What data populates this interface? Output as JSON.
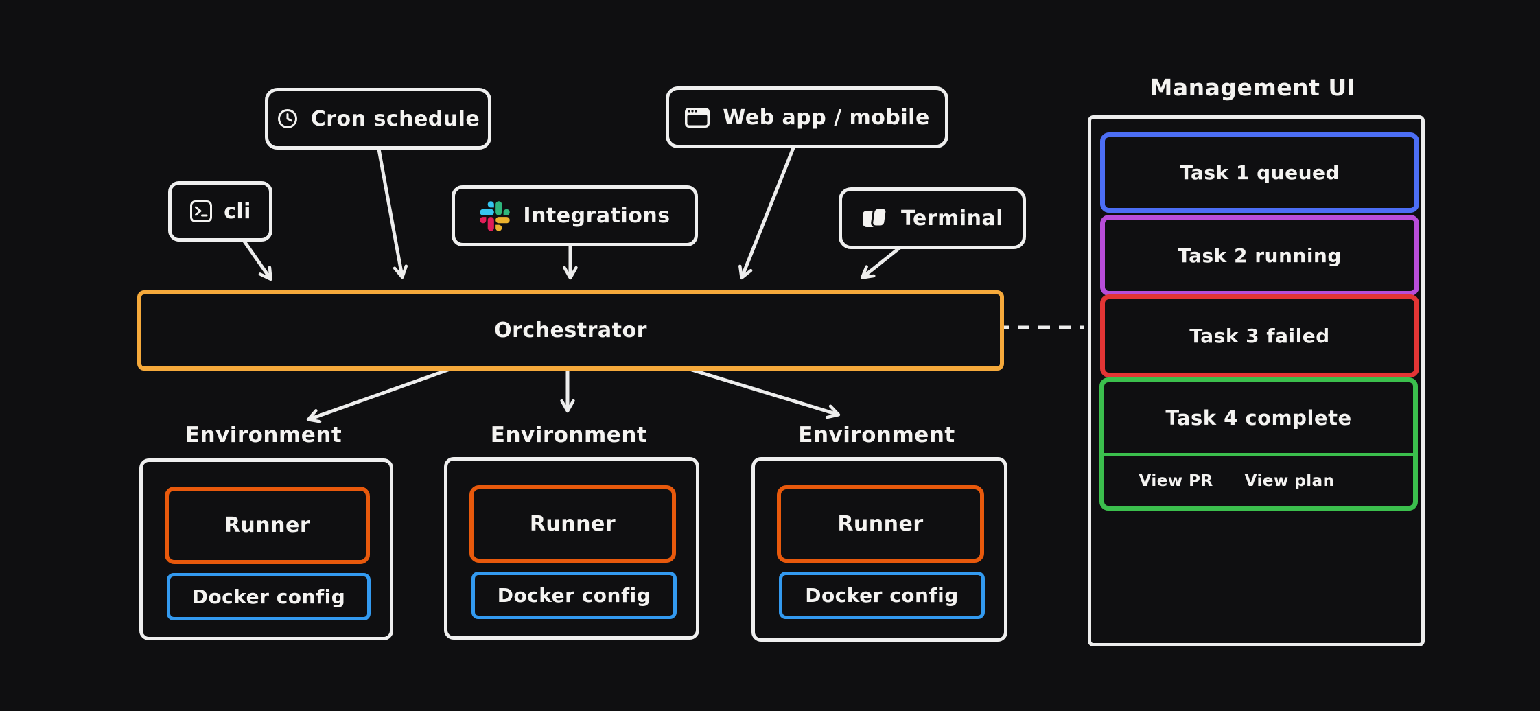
{
  "canvas": {
    "background": "#0f0f11",
    "stroke_color": "#efefef",
    "text_color": "#f4f3f1"
  },
  "sources": {
    "cli": {
      "label": "cli",
      "icon": "terminal-prompt-icon"
    },
    "cron": {
      "label": "Cron schedule",
      "icon": "clock-icon"
    },
    "integrations": {
      "label": "Integrations",
      "icon": "slack-icon"
    },
    "web_app": {
      "label": "Web app / mobile",
      "icon": "browser-window-icon"
    },
    "terminal": {
      "label": "Terminal",
      "icon": "terminal-windows-icon"
    }
  },
  "orchestrator": {
    "label": "Orchestrator",
    "border_color": "#f5a93b"
  },
  "management_ui": {
    "title": "Management UI",
    "tasks": [
      {
        "label": "Task 1 queued",
        "status": "queued",
        "border_color": "#4c6ef5"
      },
      {
        "label": "Task 2 running",
        "status": "running",
        "border_color": "#b84dd9"
      },
      {
        "label": "Task 3 failed",
        "status": "failed",
        "border_color": "#e23535"
      },
      {
        "label": "Task 4 complete",
        "status": "complete",
        "border_color": "#3bbf4d",
        "actions": [
          {
            "label": "View PR"
          },
          {
            "label": "View plan"
          }
        ]
      }
    ]
  },
  "environments": [
    {
      "label": "Environment",
      "runner_label": "Runner",
      "docker_label": "Docker config"
    },
    {
      "label": "Environment",
      "runner_label": "Runner",
      "docker_label": "Docker config"
    },
    {
      "label": "Environment",
      "runner_label": "Runner",
      "docker_label": "Docker config"
    }
  ],
  "accent_colors": {
    "runner_border": "#e8590c",
    "docker_border": "#339af0",
    "connector": "#ededed"
  },
  "slack_colors": {
    "blue": "#36C5F0",
    "green": "#2EB67D",
    "red": "#E01E5A",
    "yellow": "#ECB22E"
  }
}
